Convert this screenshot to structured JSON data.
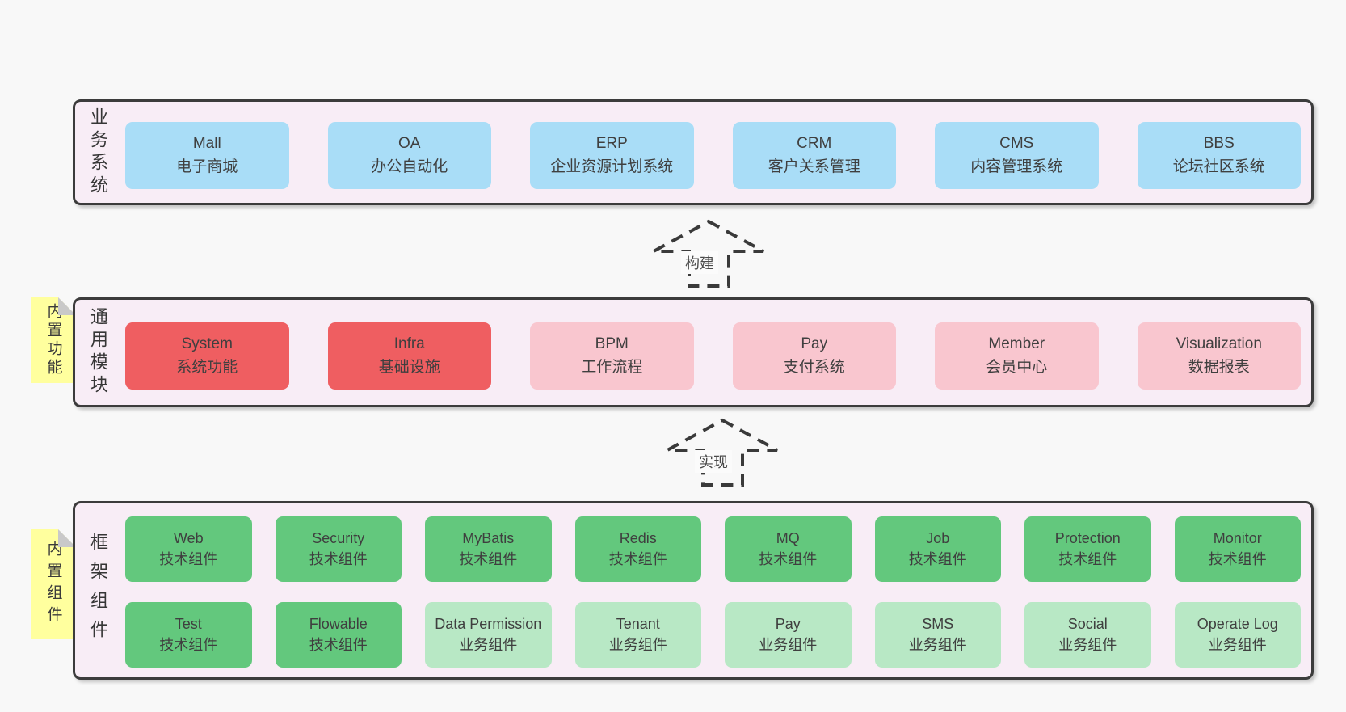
{
  "colors": {
    "page_bg": "#f8f8f8",
    "layer_bg": "#f8edf6",
    "layer_border": "#3c3c3c",
    "box_blue": "#a9ddf7",
    "box_red": "#ef5e61",
    "box_pink": "#f9c6cf",
    "box_green": "#63c87d",
    "box_light_green": "#b8e8c5",
    "sticky_yellow": "#ffff9e",
    "sticky_fold": "#c9c9c9",
    "arrow": "#3a3a3a",
    "text": "#3f3f3f"
  },
  "layers": [
    {
      "id": "business",
      "label": "业务系统",
      "sticky": null,
      "rows": [
        [
          {
            "name": "Mall",
            "desc": "电子商城",
            "type": "blue"
          },
          {
            "name": "OA",
            "desc": "办公自动化",
            "type": "blue"
          },
          {
            "name": "ERP",
            "desc": "企业资源计划系统",
            "type": "blue"
          },
          {
            "name": "CRM",
            "desc": "客户关系管理",
            "type": "blue"
          },
          {
            "name": "CMS",
            "desc": "内容管理系统",
            "type": "blue"
          },
          {
            "name": "BBS",
            "desc": "论坛社区系统",
            "type": "blue"
          }
        ]
      ]
    },
    {
      "id": "modules",
      "label": "通用模块",
      "sticky": "内置功能",
      "rows": [
        [
          {
            "name": "System",
            "desc": "系统功能",
            "type": "red"
          },
          {
            "name": "Infra",
            "desc": "基础设施",
            "type": "red"
          },
          {
            "name": "BPM",
            "desc": "工作流程",
            "type": "pink"
          },
          {
            "name": "Pay",
            "desc": "支付系统",
            "type": "pink"
          },
          {
            "name": "Member",
            "desc": "会员中心",
            "type": "pink"
          },
          {
            "name": "Visualization",
            "desc": "数据报表",
            "type": "pink"
          }
        ]
      ]
    },
    {
      "id": "components",
      "label": "框架组件",
      "sticky": "内置组件",
      "rows": [
        [
          {
            "name": "Web",
            "desc": "技术组件",
            "type": "green"
          },
          {
            "name": "Security",
            "desc": "技术组件",
            "type": "green"
          },
          {
            "name": "MyBatis",
            "desc": "技术组件",
            "type": "green"
          },
          {
            "name": "Redis",
            "desc": "技术组件",
            "type": "green"
          },
          {
            "name": "MQ",
            "desc": "技术组件",
            "type": "green"
          },
          {
            "name": "Job",
            "desc": "技术组件",
            "type": "green"
          },
          {
            "name": "Protection",
            "desc": "技术组件",
            "type": "green"
          },
          {
            "name": "Monitor",
            "desc": "技术组件",
            "type": "green"
          }
        ],
        [
          {
            "name": "Test",
            "desc": "技术组件",
            "type": "green"
          },
          {
            "name": "Flowable",
            "desc": "技术组件",
            "type": "green"
          },
          {
            "name": "Data Permission",
            "desc": "业务组件",
            "type": "lightgreen"
          },
          {
            "name": "Tenant",
            "desc": "业务组件",
            "type": "lightgreen"
          },
          {
            "name": "Pay",
            "desc": "业务组件",
            "type": "lightgreen"
          },
          {
            "name": "SMS",
            "desc": "业务组件",
            "type": "lightgreen"
          },
          {
            "name": "Social",
            "desc": "业务组件",
            "type": "lightgreen"
          },
          {
            "name": "Operate Log",
            "desc": "业务组件",
            "type": "lightgreen"
          }
        ]
      ]
    }
  ],
  "arrows": [
    {
      "label": "构建"
    },
    {
      "label": "实现"
    }
  ]
}
